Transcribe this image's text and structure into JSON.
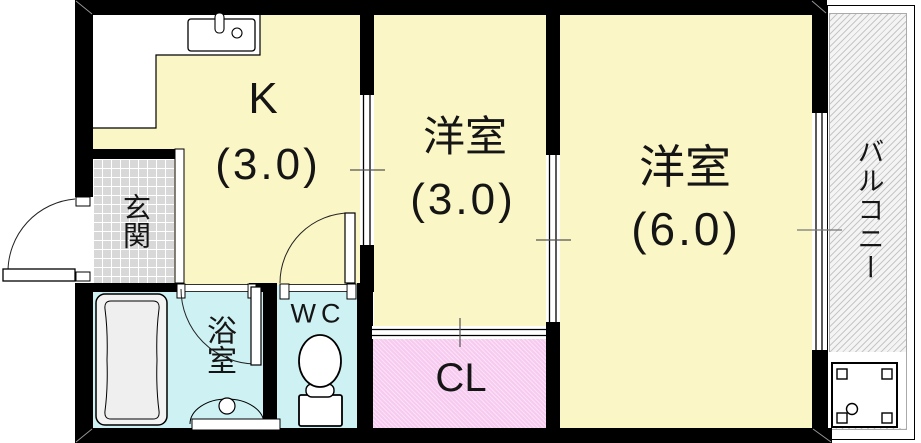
{
  "plan_title": "1K+2 apartment floor plan",
  "rooms": {
    "kitchen": {
      "name": "K",
      "size": "(3.0)"
    },
    "western_room_3": {
      "name": "洋室",
      "size": "(3.0)"
    },
    "western_room_6": {
      "name": "洋室",
      "size": "(6.0)"
    },
    "entrance": {
      "name": "玄関"
    },
    "bathroom": {
      "name": "浴室"
    },
    "wc": {
      "name": "WC"
    },
    "closet": {
      "name": "CL"
    },
    "balcony": {
      "name": "バルコニー"
    }
  },
  "fixtures": [
    "kitchen-sink",
    "kitchen-counter",
    "bathtub",
    "wash-basin",
    "toilet-bowl",
    "washing-machine-pan",
    "entrance-door",
    "wc-door",
    "bathroom-door",
    "sliding-door-kitchen",
    "sliding-door-rooms",
    "sliding-door-closet",
    "balcony-window"
  ],
  "colors": {
    "room_yellow": "#FBF6C5",
    "wet_area_cyan": "#CEF2F4",
    "closet_pink": "#F7CAEF",
    "entrance_tile_gray": "#D8D8D8",
    "balcony_hatch_gray": "#C6C6C6",
    "wall_black": "#000000"
  }
}
